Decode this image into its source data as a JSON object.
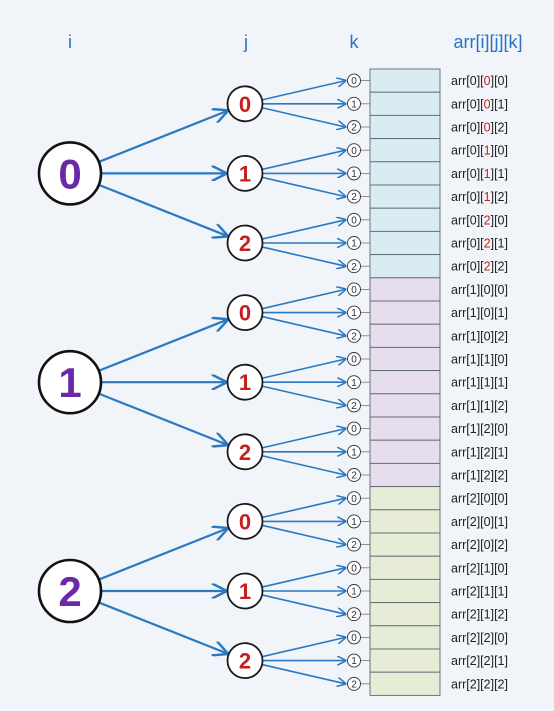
{
  "headers": {
    "i": "i",
    "j": "j",
    "k": "k",
    "arr": "arr[i][j][k]"
  },
  "i_values": [
    "0",
    "1",
    "2"
  ],
  "j_values": [
    "0",
    "1",
    "2"
  ],
  "k_values": [
    "0",
    "1",
    "2"
  ],
  "colors": {
    "header": "#2a72c4",
    "arrow": "#2a79c2",
    "i_digit": "#6a2aa8",
    "j_digit": "#c81e1e",
    "highlight": "#c81e1e",
    "block_0": "#d9ecf2",
    "block_1": "#e6dded",
    "block_2": "#e6ecd6",
    "cell_border": "#5e6a70"
  },
  "elements": [
    {
      "label": "arr[0][0][0]",
      "highlight": true
    },
    {
      "label": "arr[0][0][1]",
      "highlight": true
    },
    {
      "label": "arr[0][0][2]",
      "highlight": true
    },
    {
      "label": "arr[0][1][0]",
      "highlight": true
    },
    {
      "label": "arr[0][1][1]",
      "highlight": true
    },
    {
      "label": "arr[0][1][2]",
      "highlight": true
    },
    {
      "label": "arr[0][2][0]",
      "highlight": true
    },
    {
      "label": "arr[0][2][1]",
      "highlight": true
    },
    {
      "label": "arr[0][2][2]",
      "highlight": true
    },
    {
      "label": "arr[1][0][0]",
      "highlight": false
    },
    {
      "label": "arr[1][0][1]",
      "highlight": false
    },
    {
      "label": "arr[1][0][2]",
      "highlight": false
    },
    {
      "label": "arr[1][1][0]",
      "highlight": false
    },
    {
      "label": "arr[1][1][1]",
      "highlight": false
    },
    {
      "label": "arr[1][1][2]",
      "highlight": false
    },
    {
      "label": "arr[1][2][0]",
      "highlight": false
    },
    {
      "label": "arr[1][2][1]",
      "highlight": false
    },
    {
      "label": "arr[1][2][2]",
      "highlight": false
    },
    {
      "label": "arr[2][0][0]",
      "highlight": false
    },
    {
      "label": "arr[2][0][1]",
      "highlight": false
    },
    {
      "label": "arr[2][0][2]",
      "highlight": false
    },
    {
      "label": "arr[2][1][0]",
      "highlight": false
    },
    {
      "label": "arr[2][1][1]",
      "highlight": false
    },
    {
      "label": "arr[2][1][2]",
      "highlight": false
    },
    {
      "label": "arr[2][2][0]",
      "highlight": false
    },
    {
      "label": "arr[2][2][1]",
      "highlight": false
    },
    {
      "label": "arr[2][2][2]",
      "highlight": false
    }
  ]
}
